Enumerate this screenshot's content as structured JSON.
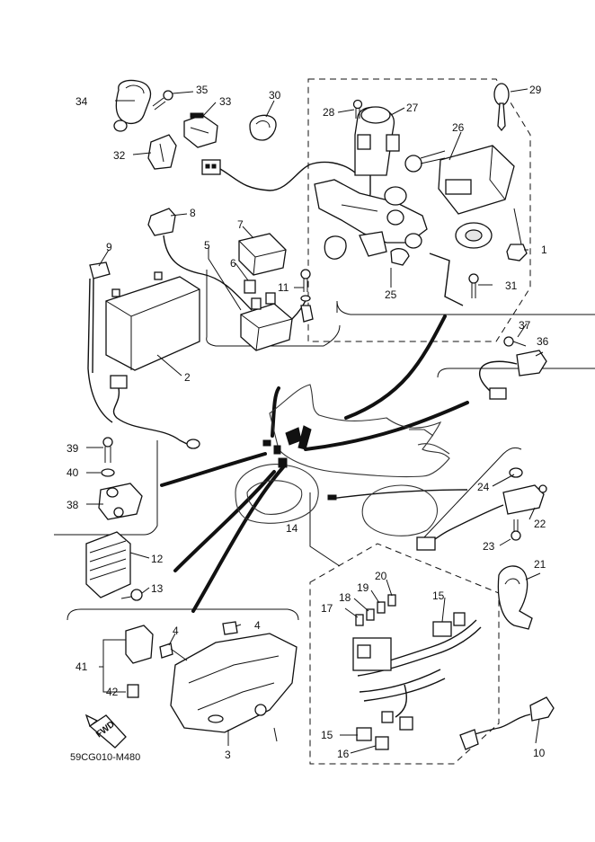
{
  "callouts": [
    {
      "id": "1",
      "text": "1"
    },
    {
      "id": "2",
      "text": "2"
    },
    {
      "id": "3",
      "text": "3"
    },
    {
      "id": "4a",
      "text": "4"
    },
    {
      "id": "4b",
      "text": "4"
    },
    {
      "id": "5",
      "text": "5"
    },
    {
      "id": "6",
      "text": "6"
    },
    {
      "id": "7",
      "text": "7"
    },
    {
      "id": "8",
      "text": "8"
    },
    {
      "id": "9",
      "text": "9"
    },
    {
      "id": "10",
      "text": "10"
    },
    {
      "id": "11",
      "text": "11"
    },
    {
      "id": "12",
      "text": "12"
    },
    {
      "id": "13",
      "text": "13"
    },
    {
      "id": "14",
      "text": "14"
    },
    {
      "id": "15a",
      "text": "15"
    },
    {
      "id": "15b",
      "text": "15"
    },
    {
      "id": "16",
      "text": "16"
    },
    {
      "id": "17",
      "text": "17"
    },
    {
      "id": "18",
      "text": "18"
    },
    {
      "id": "19",
      "text": "19"
    },
    {
      "id": "20",
      "text": "20"
    },
    {
      "id": "21",
      "text": "21"
    },
    {
      "id": "22",
      "text": "22"
    },
    {
      "id": "23",
      "text": "23"
    },
    {
      "id": "24",
      "text": "24"
    },
    {
      "id": "25",
      "text": "25"
    },
    {
      "id": "26",
      "text": "26"
    },
    {
      "id": "27",
      "text": "27"
    },
    {
      "id": "28",
      "text": "28"
    },
    {
      "id": "29",
      "text": "29"
    },
    {
      "id": "30",
      "text": "30"
    },
    {
      "id": "31",
      "text": "31"
    },
    {
      "id": "32",
      "text": "32"
    },
    {
      "id": "33",
      "text": "33"
    },
    {
      "id": "34",
      "text": "34"
    },
    {
      "id": "35",
      "text": "35"
    },
    {
      "id": "36",
      "text": "36"
    },
    {
      "id": "37",
      "text": "37"
    },
    {
      "id": "38",
      "text": "38"
    },
    {
      "id": "39",
      "text": "39"
    },
    {
      "id": "40",
      "text": "40"
    },
    {
      "id": "41",
      "text": "41"
    },
    {
      "id": "42",
      "text": "42"
    }
  ],
  "fwd_label": "FWD",
  "drawing_code": "59CG010-M480"
}
